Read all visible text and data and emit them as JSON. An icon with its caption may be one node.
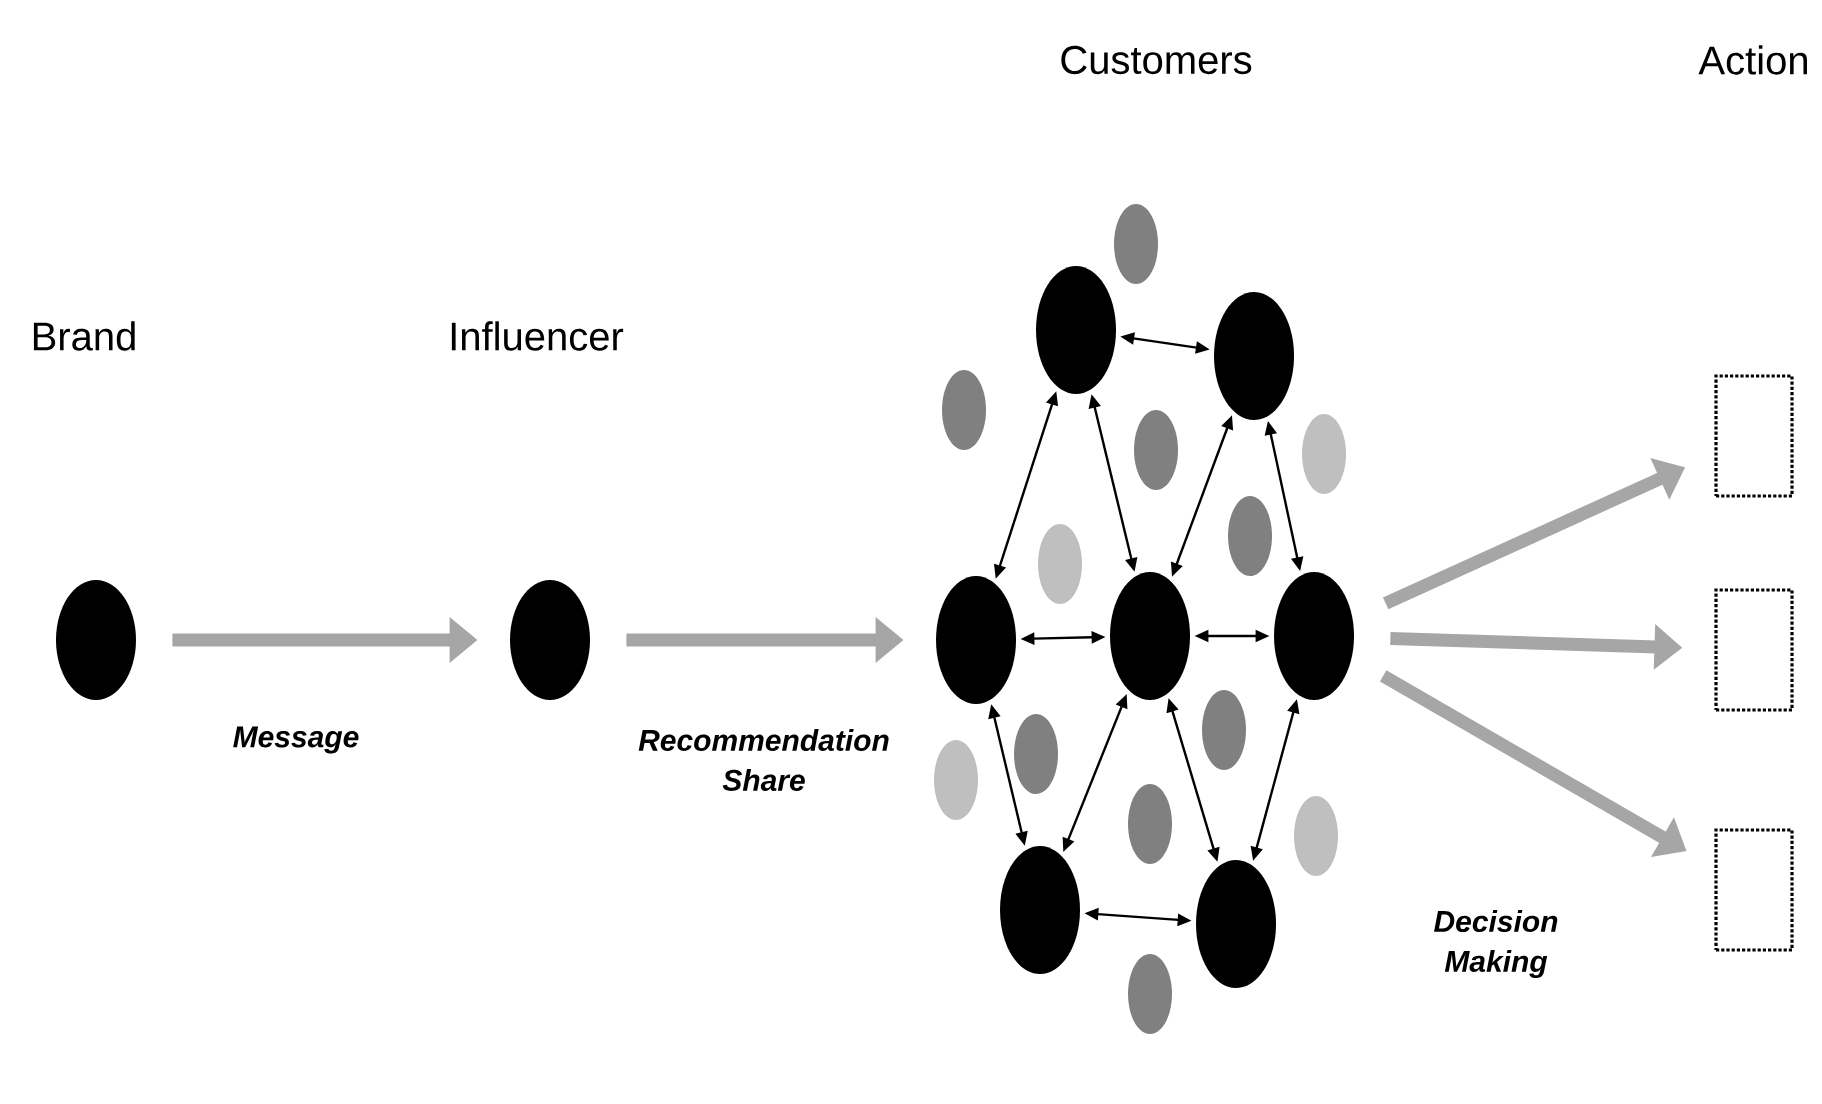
{
  "diagram": {
    "nodes": [
      {
        "text": [],
        "shape": "circle"
      },
      {
        "text": [],
        "shape": "circle"
      },
      {
        "text": [],
        "shape": "circle"
      },
      {
        "text": [],
        "shape": "circle"
      },
      {
        "text": [],
        "shape": "circle"
      },
      {
        "text": [],
        "shape": "circle"
      },
      {
        "text": [],
        "shape": "circle"
      },
      {
        "text": [],
        "shape": "circle"
      },
      {
        "text": [],
        "shape": "circle"
      },
      {
        "text": [],
        "shape": "box"
      },
      {
        "text": [],
        "shape": "box"
      },
      {
        "text": [],
        "shape": "box"
      }
    ],
    "edges": [
      {
        "from": 0,
        "to": 1,
        "arrow": "to",
        "label": "Message",
        "style": "thick",
        "color": "#a6a6a6"
      },
      {
        "from": 1,
        "to": 4,
        "arrow": "to",
        "label": "Recommendation Share",
        "style": "thick",
        "color": "#a6a6a6"
      },
      {
        "from": 2,
        "to": 3,
        "arrow": "both"
      },
      {
        "from": 2,
        "to": 4,
        "arrow": "both"
      },
      {
        "from": 2,
        "to": 5,
        "arrow": "both"
      },
      {
        "from": 3,
        "to": 5,
        "arrow": "both"
      },
      {
        "from": 3,
        "to": 6,
        "arrow": "both"
      },
      {
        "from": 4,
        "to": 5,
        "arrow": "both"
      },
      {
        "from": 5,
        "to": 6,
        "arrow": "both"
      },
      {
        "from": 4,
        "to": 7,
        "arrow": "both"
      },
      {
        "from": 5,
        "to": 7,
        "arrow": "both"
      },
      {
        "from": 5,
        "to": 8,
        "arrow": "both"
      },
      {
        "from": 6,
        "to": 8,
        "arrow": "both"
      },
      {
        "from": 7,
        "to": 8,
        "arrow": "both"
      },
      {
        "from": 6,
        "to": 9,
        "arrow": "to",
        "style": "thick",
        "color": "#a6a6a6"
      },
      {
        "from": 6,
        "to": 10,
        "arrow": "to",
        "style": "thick",
        "color": "#a6a6a6"
      },
      {
        "from": 6,
        "to": 11,
        "arrow": "to",
        "label": "Decision Making",
        "style": "thick",
        "color": "#a6a6a6"
      }
    ],
    "labels": [
      "Customers",
      "Action",
      "Brand",
      "Influencer"
    ]
  }
}
